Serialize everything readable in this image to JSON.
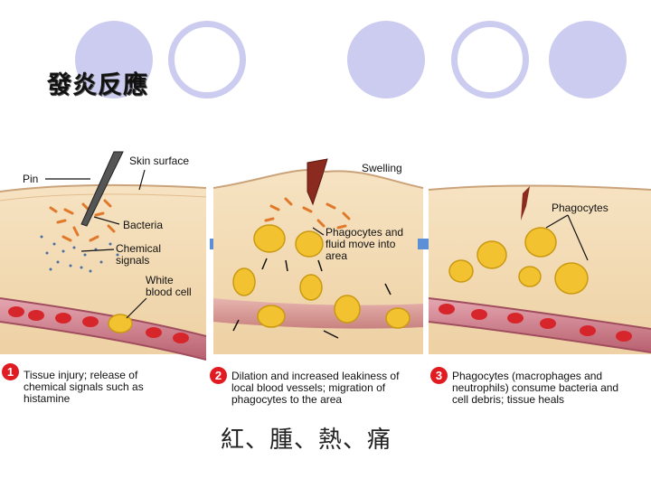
{
  "title": "發炎反應",
  "labels": {
    "pin": "Pin",
    "skin_surface": "Skin surface",
    "bacteria": "Bacteria",
    "chemical_signals": "Chemical signals",
    "white_blood_cell": "White blood cell",
    "swelling": "Swelling",
    "phagocytes_fluid": "Phagocytes and fluid move into area",
    "phagocytes": "Phagocytes"
  },
  "steps": [
    {
      "number": "1",
      "text": "Tissue injury; release of chemical signals such as histamine"
    },
    {
      "number": "2",
      "text": "Dilation and increased leakiness of local blood vessels; migration of phagocytes to the area"
    },
    {
      "number": "3",
      "text": "Phagocytes (macrophages and neutrophils) consume bacteria and cell debris; tissue heals"
    }
  ],
  "caption": "紅、腫、熱、痛",
  "colors": {
    "circle": "#ccccf0",
    "step_badge": "#e11b22",
    "arrow": "#5b8fd6",
    "skin": "#f2d9b0",
    "vessel": "#c97a8a",
    "rbc": "#d7262b",
    "phagocyte": "#f2c230",
    "bacteria": "#e07a2a"
  }
}
